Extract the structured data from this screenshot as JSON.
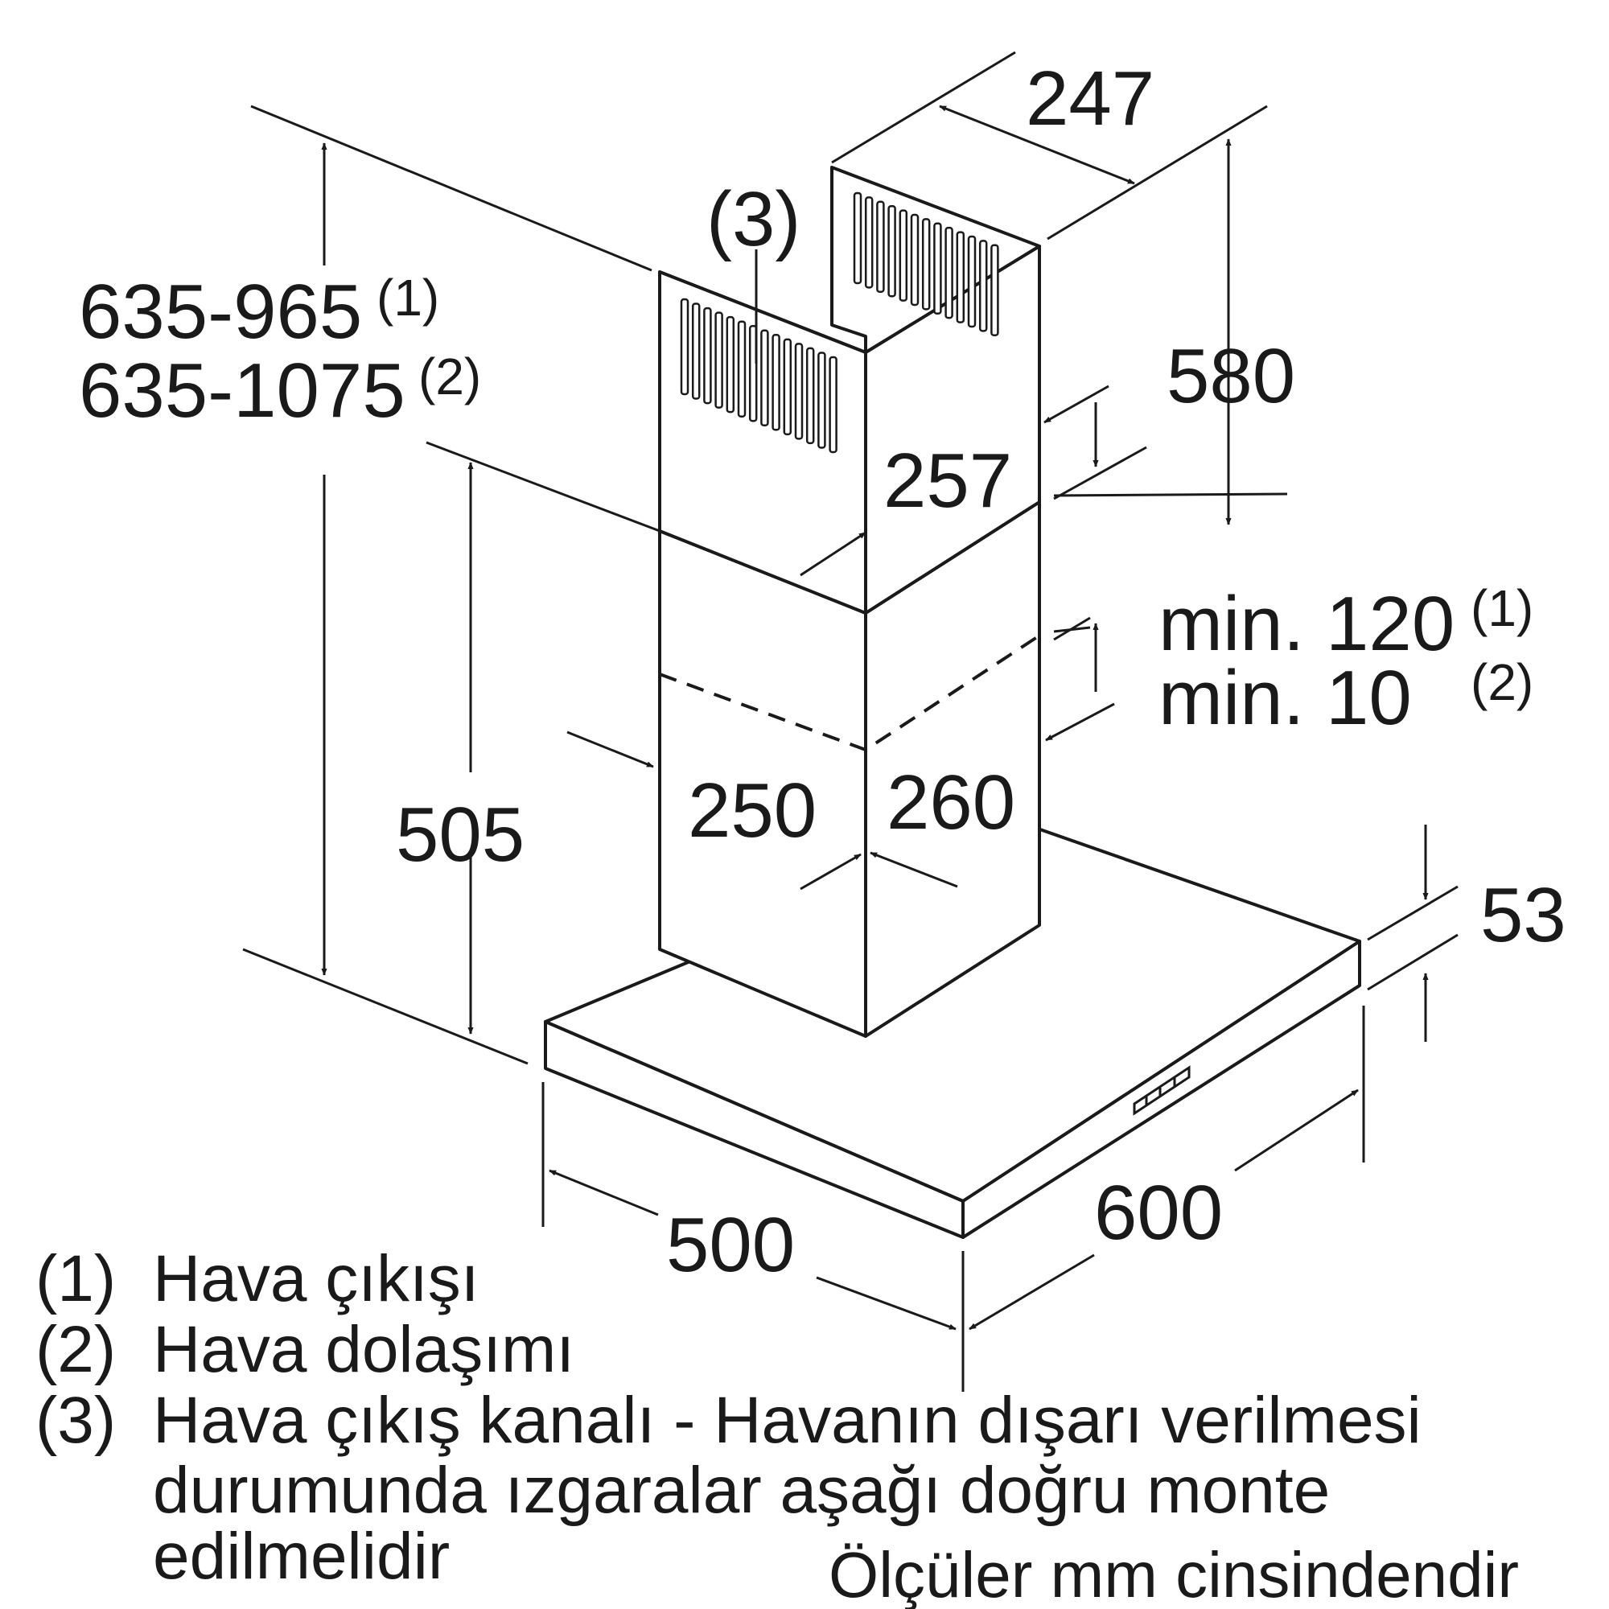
{
  "dimensions": {
    "total_height_exhaust": "635-965",
    "total_height_exhaust_ref": "(1)",
    "total_height_recirc": "635-1075",
    "total_height_recirc_ref": "(2)",
    "chimney_width": "247",
    "upper_chimney_height": "580",
    "chimney_depth_top": "257",
    "lower_height": "505",
    "min_gap_exhaust": "min. 120",
    "min_gap_exhaust_ref": "(1)",
    "min_gap_recirc": "min. 10",
    "min_gap_recirc_ref": "(2)",
    "chimney_width_lower": "250",
    "chimney_depth_lower": "260",
    "canopy_thickness": "53",
    "canopy_depth": "500",
    "canopy_width": "600",
    "grille_ref": "(3)"
  },
  "legend": [
    {
      "num": "(1)",
      "text": "Hava çıkışı"
    },
    {
      "num": "(2)",
      "text": "Hava dolaşımı"
    },
    {
      "num": "(3)",
      "lines": [
        "Hava çıkış kanalı - Havanın dışarı verilmesi",
        "durumunda ızgaralar aşağı doğru monte",
        "edilmelidir"
      ]
    }
  ],
  "units_note": "Ölçüler mm cinsindendir"
}
